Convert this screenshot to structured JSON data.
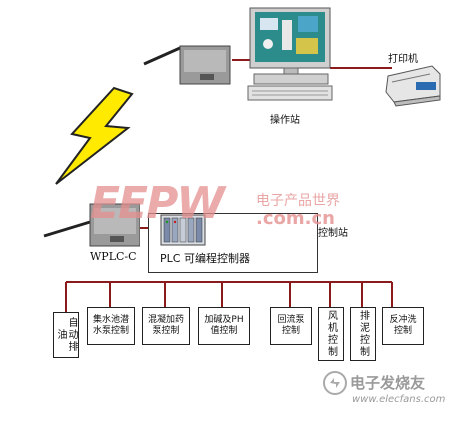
{
  "colors": {
    "line": "#8b1a1a",
    "watermark": "#e58f8f",
    "bolt": "#ffea00"
  },
  "labels": {
    "printer": "打印机",
    "operator_station": "操作站",
    "control_station": "控制站",
    "wplc": "WPLC-C",
    "plc": "PLC 可编程控制器"
  },
  "watermarks": {
    "eepw_logo": "EEPW",
    "eepw_cn": "电子产品世界",
    "eepw_url": ".com.cn",
    "elecfans_cn": "电子发烧友",
    "elecfans_url": "www.elecfans.com"
  },
  "modules": [
    {
      "label": "自动排油",
      "vertical": true
    },
    {
      "label": "集水池潜水泵控制",
      "vertical": false
    },
    {
      "label": "混凝加药泵控制",
      "vertical": false
    },
    {
      "label": "加碱及PH值控制",
      "vertical": false
    },
    {
      "label": "回流泵控制",
      "vertical": false
    },
    {
      "label": "风机控制",
      "vertical": true
    },
    {
      "label": "排泥控制",
      "vertical": true
    },
    {
      "label": "反冲洗控制",
      "vertical": false
    }
  ]
}
